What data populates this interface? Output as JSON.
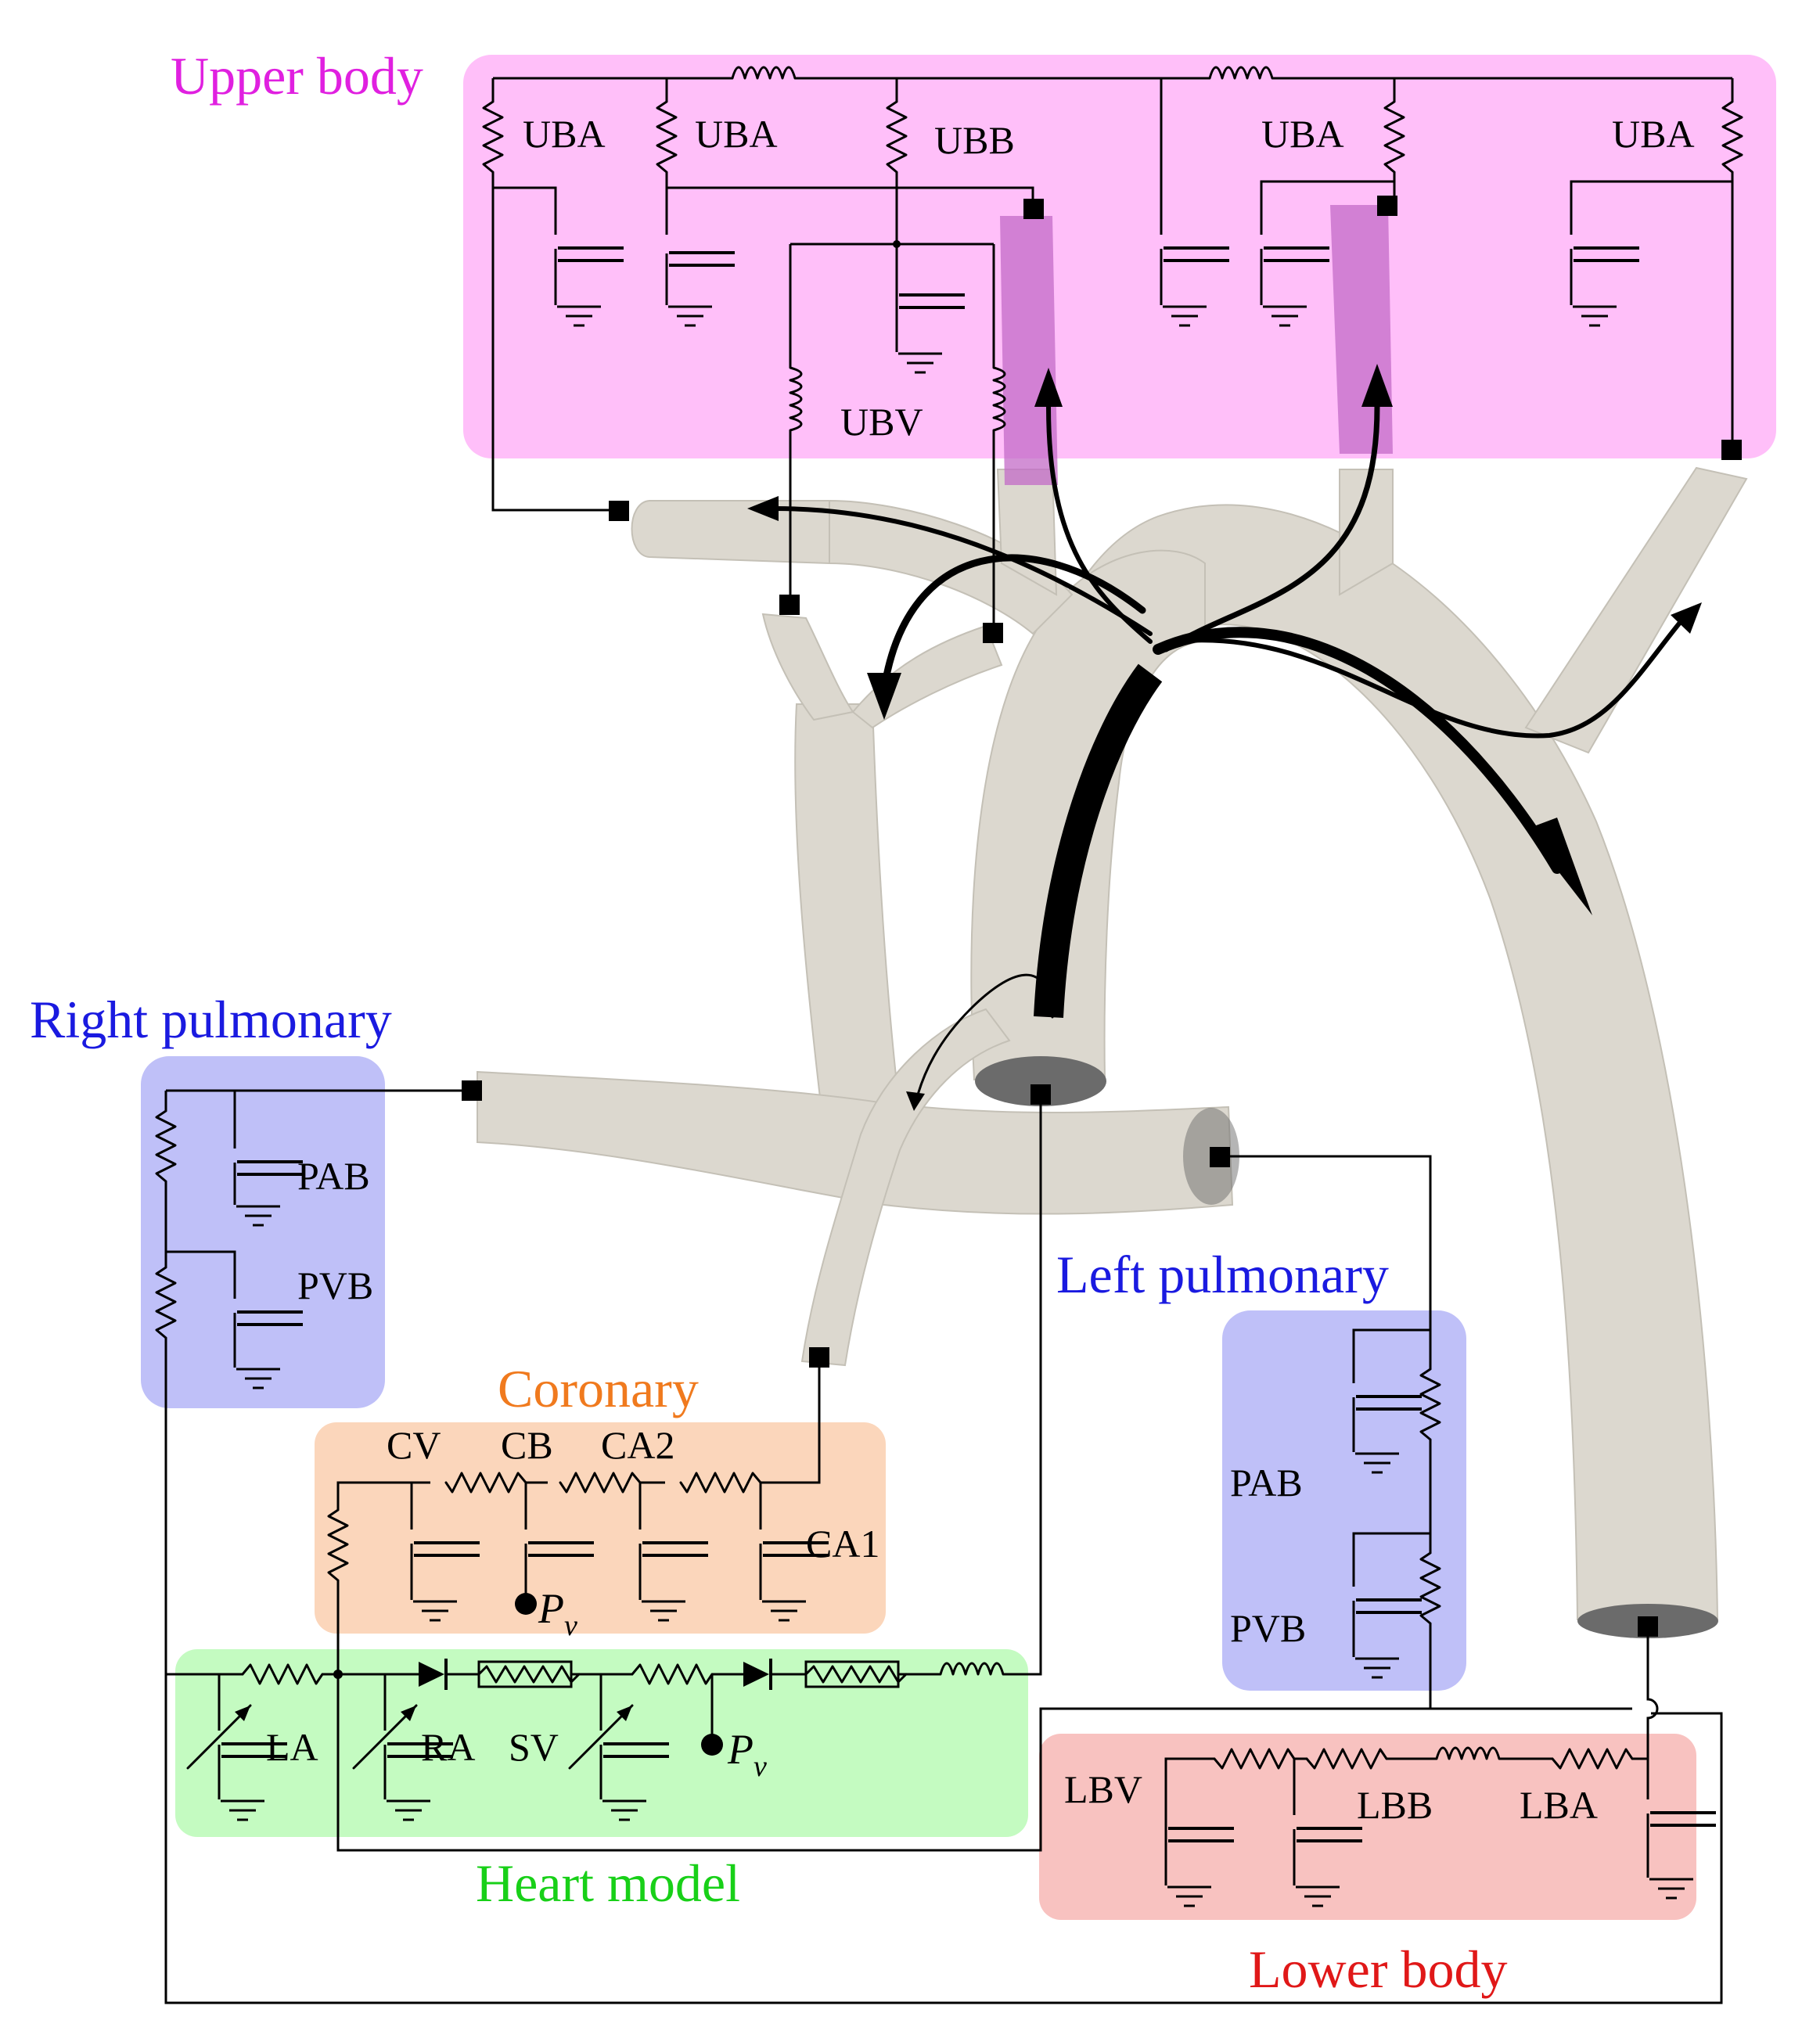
{
  "regions": {
    "upper_body": {
      "title": "Upper body",
      "color": "#e020e0",
      "fill": "#ffbff9"
    },
    "right_pulmonary": {
      "title": "Right pulmonary",
      "color": "#1a1ae0",
      "fill": "#bfc0f8"
    },
    "left_pulmonary": {
      "title": "Left pulmonary",
      "color": "#1a1ae0",
      "fill": "#bfc0f8"
    },
    "coronary": {
      "title": "Coronary",
      "color": "#f07a1e",
      "fill": "#fbd6bb"
    },
    "heart_model": {
      "title": "Heart model",
      "color": "#18d018",
      "fill": "#c4fbc1"
    },
    "lower_body": {
      "title": "Lower body",
      "color": "#e01818",
      "fill": "#f8c2c0"
    }
  },
  "labels": {
    "uba": "UBA",
    "ubb": "UBB",
    "ubv": "UBV",
    "pab": "PAB",
    "pvb": "PVB",
    "cv": "CV",
    "cb": "CB",
    "ca2": "CA2",
    "ca1": "CA1",
    "pv_main": "P",
    "pv_sub": "v",
    "la": "LA",
    "ra": "RA",
    "sv": "SV",
    "lbv": "LBV",
    "lbb": "LBB",
    "lba": "LBA"
  }
}
